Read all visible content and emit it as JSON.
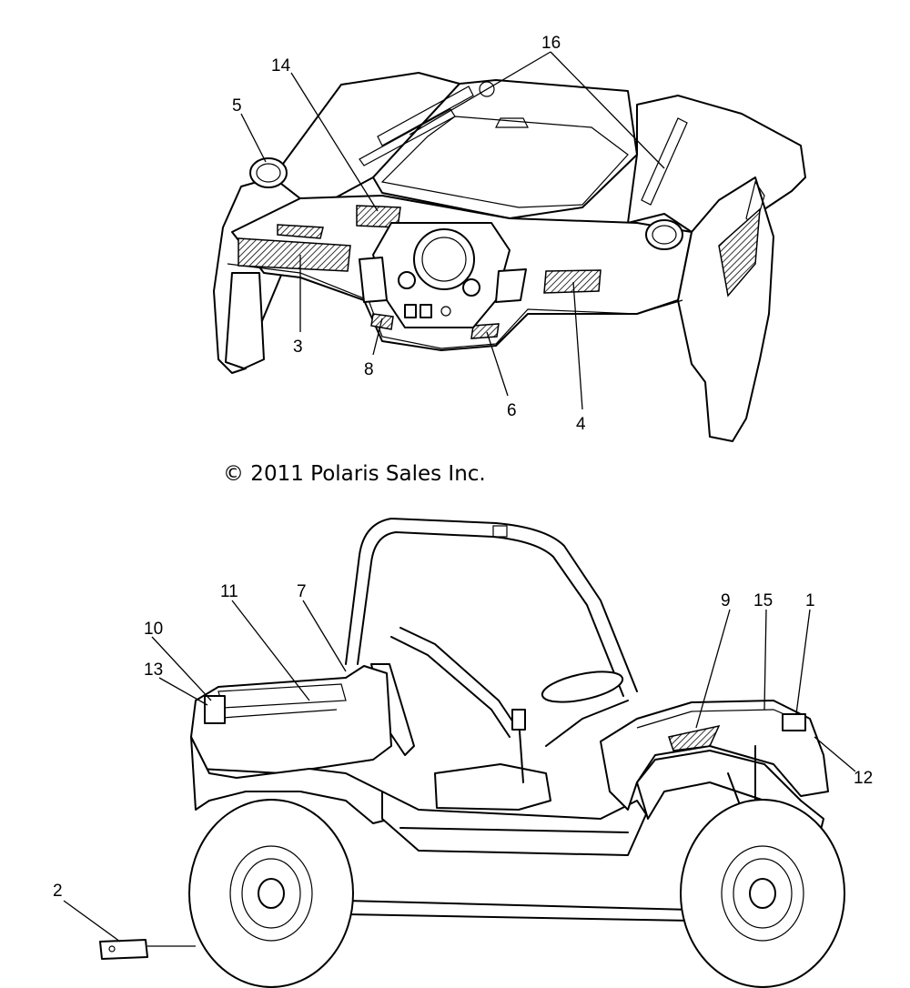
{
  "copyright": "© 2011 Polaris Sales Inc.",
  "callouts": {
    "c1": "1",
    "c2": "2",
    "c3": "3",
    "c4": "4",
    "c5": "5",
    "c6": "6",
    "c7": "7",
    "c8": "8",
    "c9": "9",
    "c10": "10",
    "c11": "11",
    "c12": "12",
    "c13": "13",
    "c14": "14",
    "c15": "15",
    "c16": "16"
  }
}
